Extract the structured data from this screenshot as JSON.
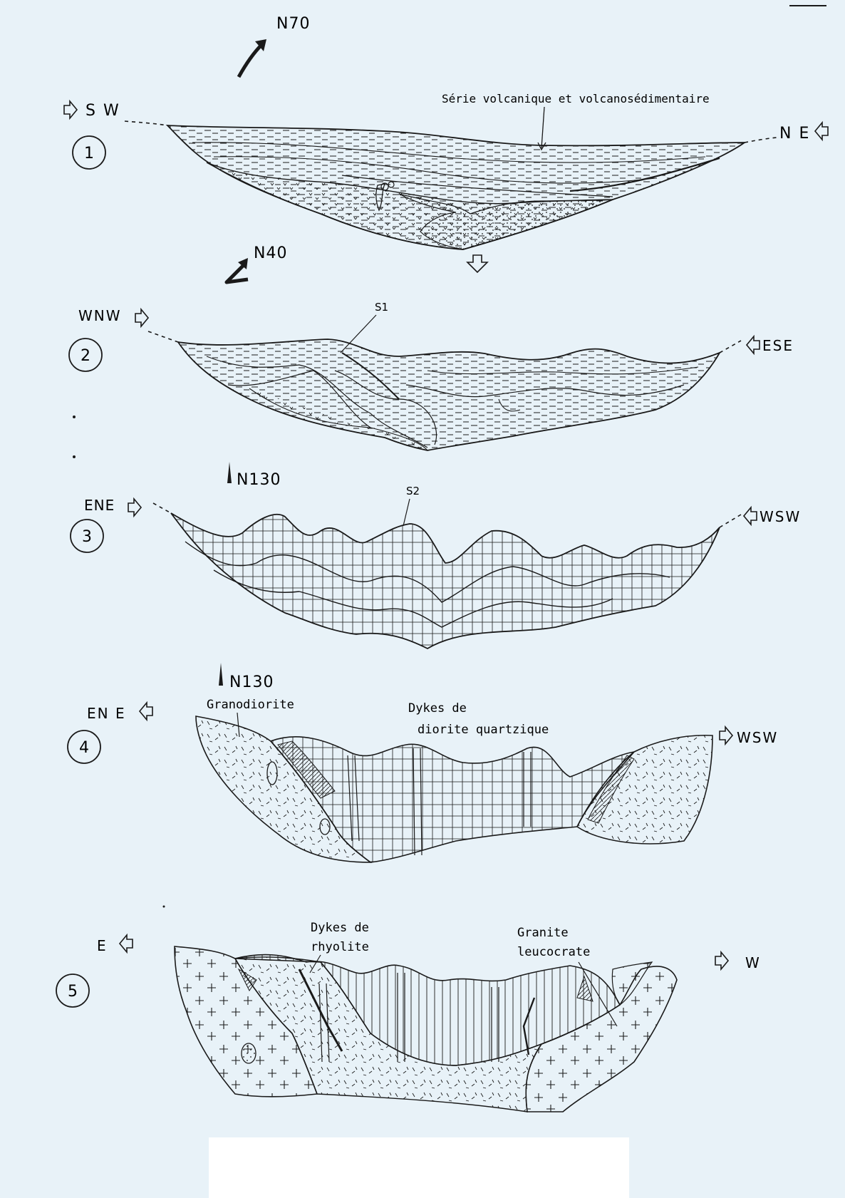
{
  "sections": [
    {
      "number": "1",
      "orientation": "N70",
      "left_direction": "S W",
      "right_direction": "N E",
      "annotation": "Série volcanique et volcanosédimentaire"
    },
    {
      "number": "2",
      "orientation": "N40",
      "left_direction": "WNW",
      "right_direction": "ESE",
      "annotation": "S1"
    },
    {
      "number": "3",
      "orientation": "N130",
      "left_direction": "ENE",
      "right_direction": "WSW",
      "annotation": "S2"
    },
    {
      "number": "4",
      "orientation": "N130",
      "left_direction": "EN E",
      "right_direction": "WSW",
      "annotation_left": "Granodiorite",
      "annotation_center_line1": "Dykes de",
      "annotation_center_line2": "diorite quartzique"
    },
    {
      "number": "5",
      "left_direction": "E",
      "right_direction": "W",
      "annotation_left_line1": "Dykes de",
      "annotation_left_line2": "rhyolite",
      "annotation_right_line1": "Granite",
      "annotation_right_line2": "leucocrate"
    }
  ],
  "colors": {
    "ink": "#1a1a1a",
    "paper": "#e8f2f8"
  }
}
